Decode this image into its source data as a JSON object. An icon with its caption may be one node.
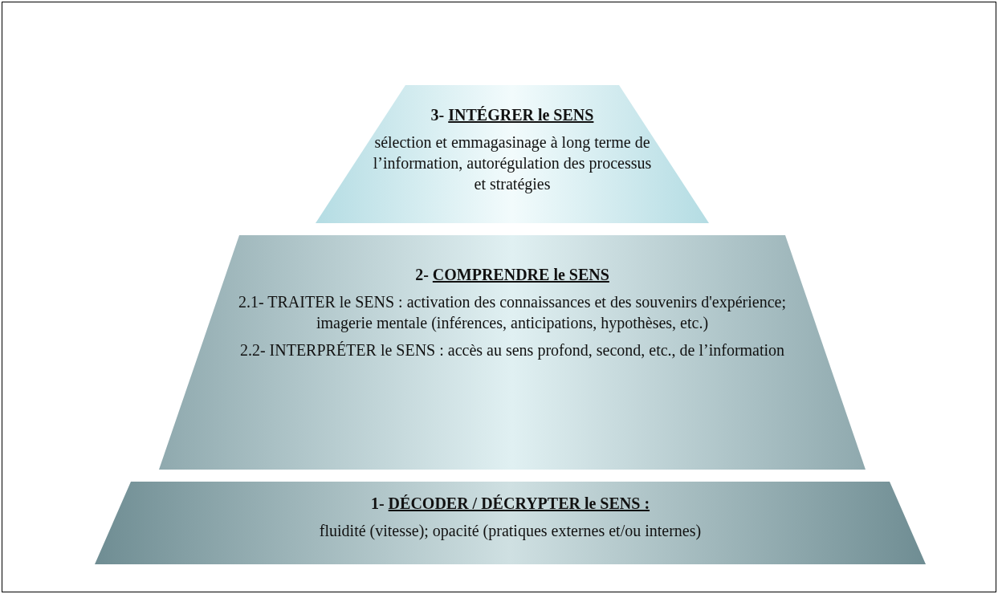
{
  "diagram": {
    "nodes": [
      {
        "text": [
          "3- INTÉGRER le SENS",
          "sélection et emmagasinage à long terme de l’information, autorégulation des processus et stratégies"
        ]
      },
      {
        "text": [
          "2- COMPRENDRE le SENS",
          "2.1- TRAITER le SENS : activation des connaissances et des souvenirs d'expérience; imagerie mentale (inférences, anticipations, hypothèses, etc.)",
          "2.2- INTERPRÉTER le SENS : accès au sens profond, second, etc., de l’information"
        ]
      },
      {
        "text": [
          "1- DÉCODER / DÉCRYPTER le SENS :",
          "fluidité (vitesse); opacité (pratiques externes et/ou internes)"
        ]
      }
    ]
  }
}
